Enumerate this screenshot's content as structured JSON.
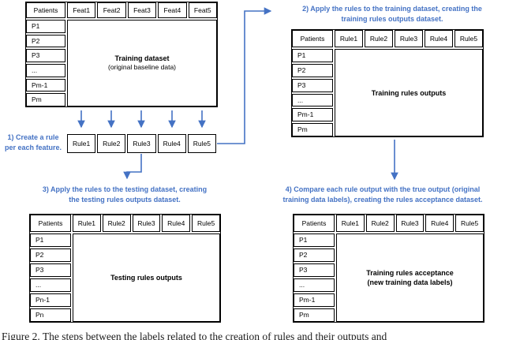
{
  "colors": {
    "accent": "#4472C4",
    "table_border": "#000000"
  },
  "steps": {
    "step1": {
      "line1": "1) Create a rule",
      "line2": "per each feature."
    },
    "step2": {
      "line1": "2) Apply the rules to the training dataset, creating the",
      "line2": "training rules outputs dataset."
    },
    "step3": {
      "line1": "3) Apply the rules to the testing dataset, creating",
      "line2": "the testing rules outputs dataset."
    },
    "step4": {
      "line1": "4) Compare each rule output with the true output (original",
      "line2": "training data labels), creating the rules acceptance dataset."
    }
  },
  "rule_strip": {
    "items": [
      "Rule1",
      "Rule2",
      "Rule3",
      "Rule4",
      "Rule5"
    ]
  },
  "tables": {
    "training": {
      "header": [
        "Patients",
        "Feat1",
        "Feat2",
        "Feat3",
        "Feat4",
        "Feat5"
      ],
      "rows": [
        "P1",
        "P2",
        "P3",
        "...",
        "Pm-1",
        "Pm"
      ],
      "title": "Training dataset",
      "subtitle": "(original baseline data)"
    },
    "training_outputs": {
      "header": [
        "Patients",
        "Rule1",
        "Rule2",
        "Rule3",
        "Rule4",
        "Rule5"
      ],
      "rows": [
        "P1",
        "P2",
        "P3",
        "...",
        "Pm-1",
        "Pm"
      ],
      "title": "Training rules outputs"
    },
    "testing_outputs": {
      "header": [
        "Patients",
        "Rule1",
        "Rule2",
        "Rule3",
        "Rule4",
        "Rule5"
      ],
      "rows": [
        "P1",
        "P2",
        "P3",
        "...",
        "Pn-1",
        "Pn"
      ],
      "title": "Testing rules outputs"
    },
    "rules_acceptance": {
      "header": [
        "Patients",
        "Rule1",
        "Rule2",
        "Rule3",
        "Rule4",
        "Rule5"
      ],
      "rows": [
        "P1",
        "P2",
        "P3",
        "...",
        "Pm-1",
        "Pm"
      ],
      "title": "Training rules acceptance",
      "subtitle": "(new training data labels)"
    }
  },
  "caption": "Figure 2. The steps between the labels related to the creation of rules and their outputs and"
}
